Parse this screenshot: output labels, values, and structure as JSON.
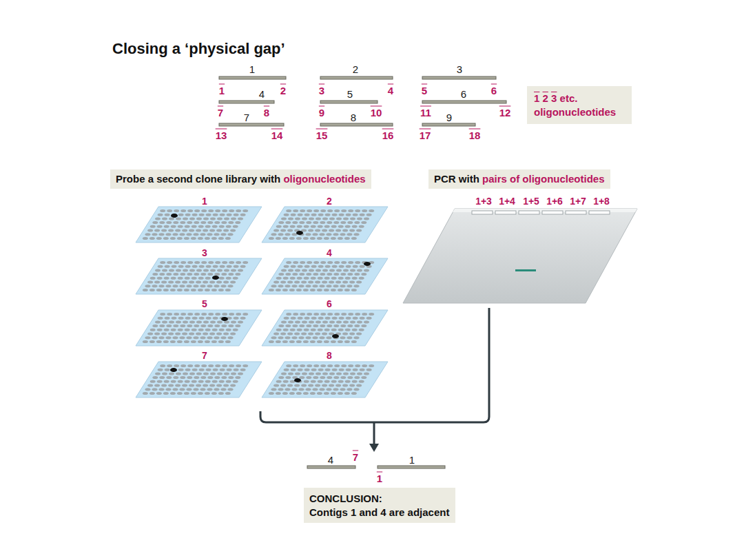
{
  "diagram": {
    "title": "Closing a ‘physical gap’",
    "nodes": [
      {
        "text": [
          "1 2 3 etc. oligonucleotides"
        ]
      },
      {
        "text": [
          "Probe a second clone library with oligonucleotides"
        ]
      },
      {
        "text": [
          "PCR with pairs of oligonucleotides"
        ]
      },
      {
        "text": [
          "CONCLUSION:",
          "Contigs 1 and 4 are adjacent"
        ]
      }
    ],
    "labels": [
      "1",
      "2",
      "3",
      "1",
      "2",
      "3",
      "4",
      "5",
      "6",
      "4",
      "5",
      "6",
      "7",
      "8",
      "9",
      "10",
      "11",
      "12",
      "7",
      "8",
      "9",
      "13",
      "14",
      "15",
      "16",
      "17",
      "18",
      "1",
      "2",
      "3",
      "4",
      "5",
      "6",
      "7",
      "8",
      "1+3",
      "1+4",
      "1+5",
      "1+6",
      "1+7",
      "1+8",
      "4",
      "7",
      "1",
      "1"
    ]
  }
}
